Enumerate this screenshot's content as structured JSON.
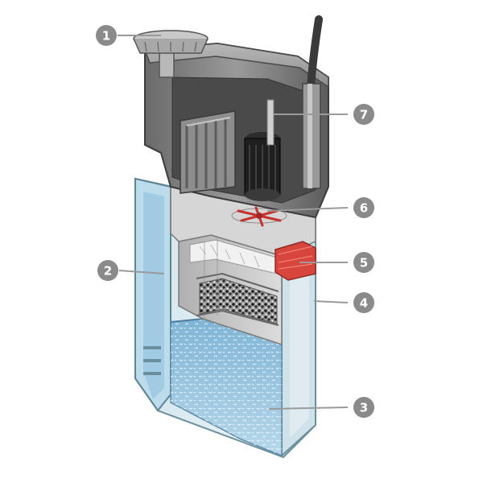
{
  "callouts": [
    {
      "id": "1",
      "label": "1"
    },
    {
      "id": "2",
      "label": "2"
    },
    {
      "id": "3",
      "label": "3"
    },
    {
      "id": "4",
      "label": "4"
    },
    {
      "id": "5",
      "label": "5"
    },
    {
      "id": "6",
      "label": "6"
    },
    {
      "id": "7",
      "label": "7"
    }
  ],
  "colors": {
    "callout_fill": "#8a8a8a",
    "leader_line": "#9a9a9a",
    "housing_dark": "#5e5e5e",
    "housing_mid": "#8a8a8a",
    "housing_light": "#c4c4c4",
    "water": "#aed3e8",
    "sponge": "#9cc8e0",
    "glass_edge": "#6b8f9c",
    "impeller": "#d23a3a",
    "bio_chamber": "#d7e0e4"
  }
}
